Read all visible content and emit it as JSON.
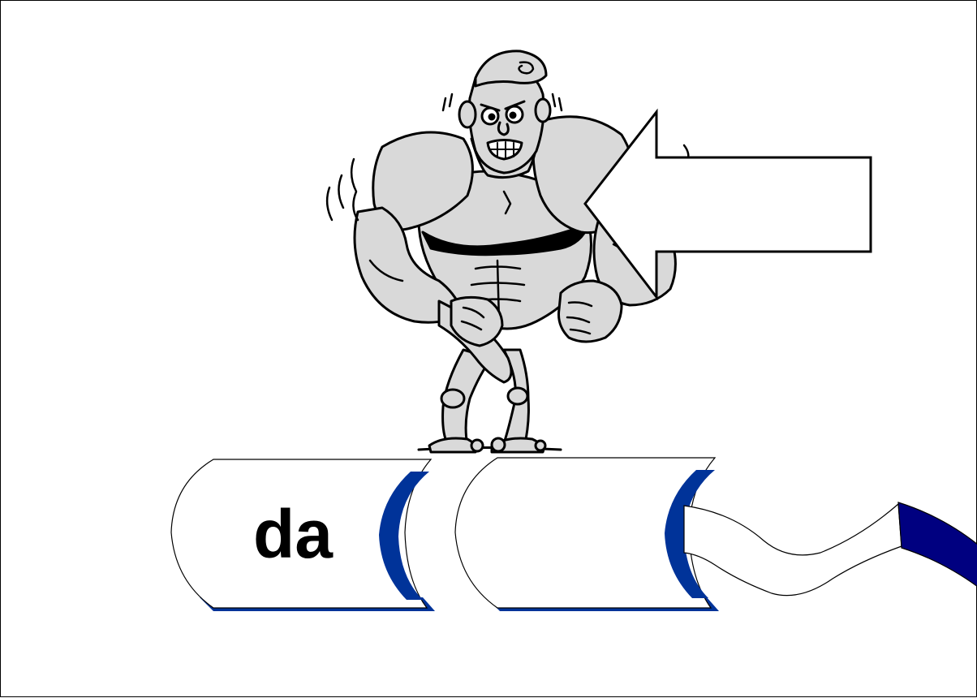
{
  "diagram": {
    "segment_label": "da",
    "colors": {
      "blue": "#003399",
      "navy": "#000080",
      "outline": "#000000",
      "fill": "#ffffff",
      "figure_gray": "#d9d9d9",
      "figure_dark": "#a6a6a6"
    },
    "elements": {
      "figure": "strongman-icon",
      "arrow": "left-arrow-icon",
      "segments": [
        "segment-1",
        "segment-2"
      ],
      "tail": "wavy-tail"
    }
  }
}
